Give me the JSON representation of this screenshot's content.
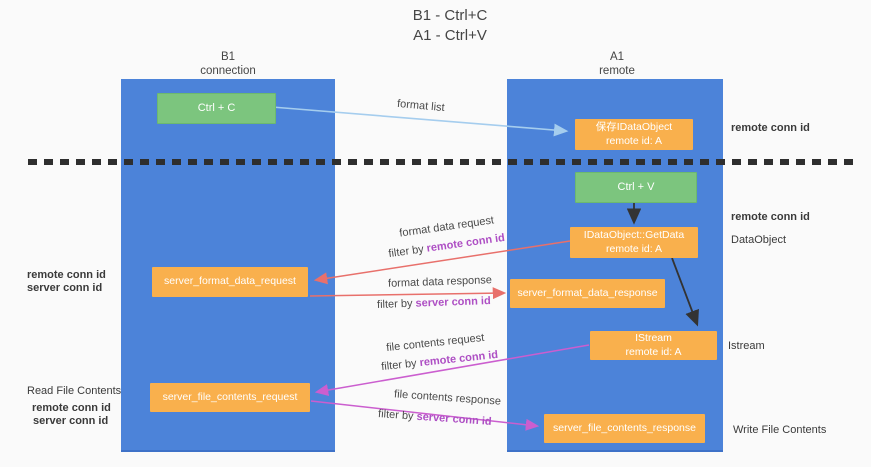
{
  "title": {
    "line1": "B1 - Ctrl+C",
    "line2": "A1 - Ctrl+V"
  },
  "lanes": {
    "b1": {
      "name": "B1",
      "subtitle": "connection"
    },
    "a1": {
      "name": "A1",
      "subtitle": "remote"
    }
  },
  "nodes": {
    "ctrl_c": {
      "label": "Ctrl + C"
    },
    "ctrl_v": {
      "label": "Ctrl + V"
    },
    "save_idataobject": {
      "line1": "保存IDataObject",
      "line2": "remote id: A"
    },
    "getdata": {
      "line1": "IDataObject::GetData",
      "line2": "remote id: A"
    },
    "istream": {
      "line1": "IStream",
      "line2": "remote id: A"
    },
    "server_format_data_request": {
      "label": "server_format_data_request"
    },
    "server_format_data_response": {
      "label": "server_format_data_response"
    },
    "server_file_contents_request": {
      "label": "server_file_contents_request"
    },
    "server_file_contents_response": {
      "label": "server_file_contents_response"
    }
  },
  "edge_labels": {
    "format_list": "format list",
    "format_data_request": "format data request",
    "format_data_response": "format data response",
    "file_contents_request": "file contents request",
    "file_contents_response": "file contents response",
    "filter_by": "filter by ",
    "remote_conn_id": "remote conn id",
    "server_conn_id": "server conn id"
  },
  "annotations": {
    "remote_conn_id": "remote conn id",
    "server_conn_id": "server conn id",
    "dataobject": "DataObject",
    "istream": "Istream",
    "read_file_contents": "Read File Contents",
    "write_file_contents": "Write File Contents"
  },
  "colors": {
    "lane_blue": "#4C83D9",
    "lane_border_blue": "#3E72C8",
    "node_orange": "#F9B04D",
    "node_green": "#7CC57E",
    "arrow_light_blue": "#A5CDEE",
    "arrow_red": "#E8706B",
    "arrow_magenta": "#CB5ECF",
    "arrow_black": "#333333",
    "text_purple": "#AE4FC4",
    "text_green": "#66BD6C",
    "background": "#FAFAFA"
  }
}
